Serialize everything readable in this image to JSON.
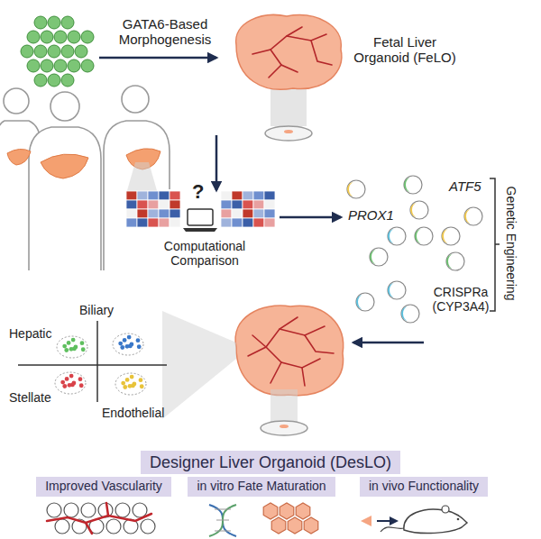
{
  "diagram": {
    "nodes": [
      {
        "text": [
          "Fetal Liver Organoid (FeLO)"
        ]
      },
      {
        "text": [
          "Computational Comparison"
        ]
      },
      {
        "text": [
          "PROX1",
          "ATF5",
          "CRISPRa (CYP3A4)",
          "Genetic Engineering"
        ]
      },
      {
        "text": [
          "Designer Liver Organoid (DesLO)"
        ]
      },
      {
        "text": [
          "Improved Vascularity"
        ]
      },
      {
        "text": [
          "in vitro Fate Maturation"
        ]
      },
      {
        "text": [
          "in vivo Functionality"
        ]
      }
    ],
    "edges": [
      {
        "from": 0,
        "to": 1,
        "arrow": "to"
      },
      {
        "from": 1,
        "to": 2,
        "arrow": "to"
      }
    ],
    "labels": [
      "GATA6-Based Morphogenesis",
      "?",
      "Biliary",
      "Hepatic",
      "Stellate",
      "Endothelial"
    ]
  }
}
